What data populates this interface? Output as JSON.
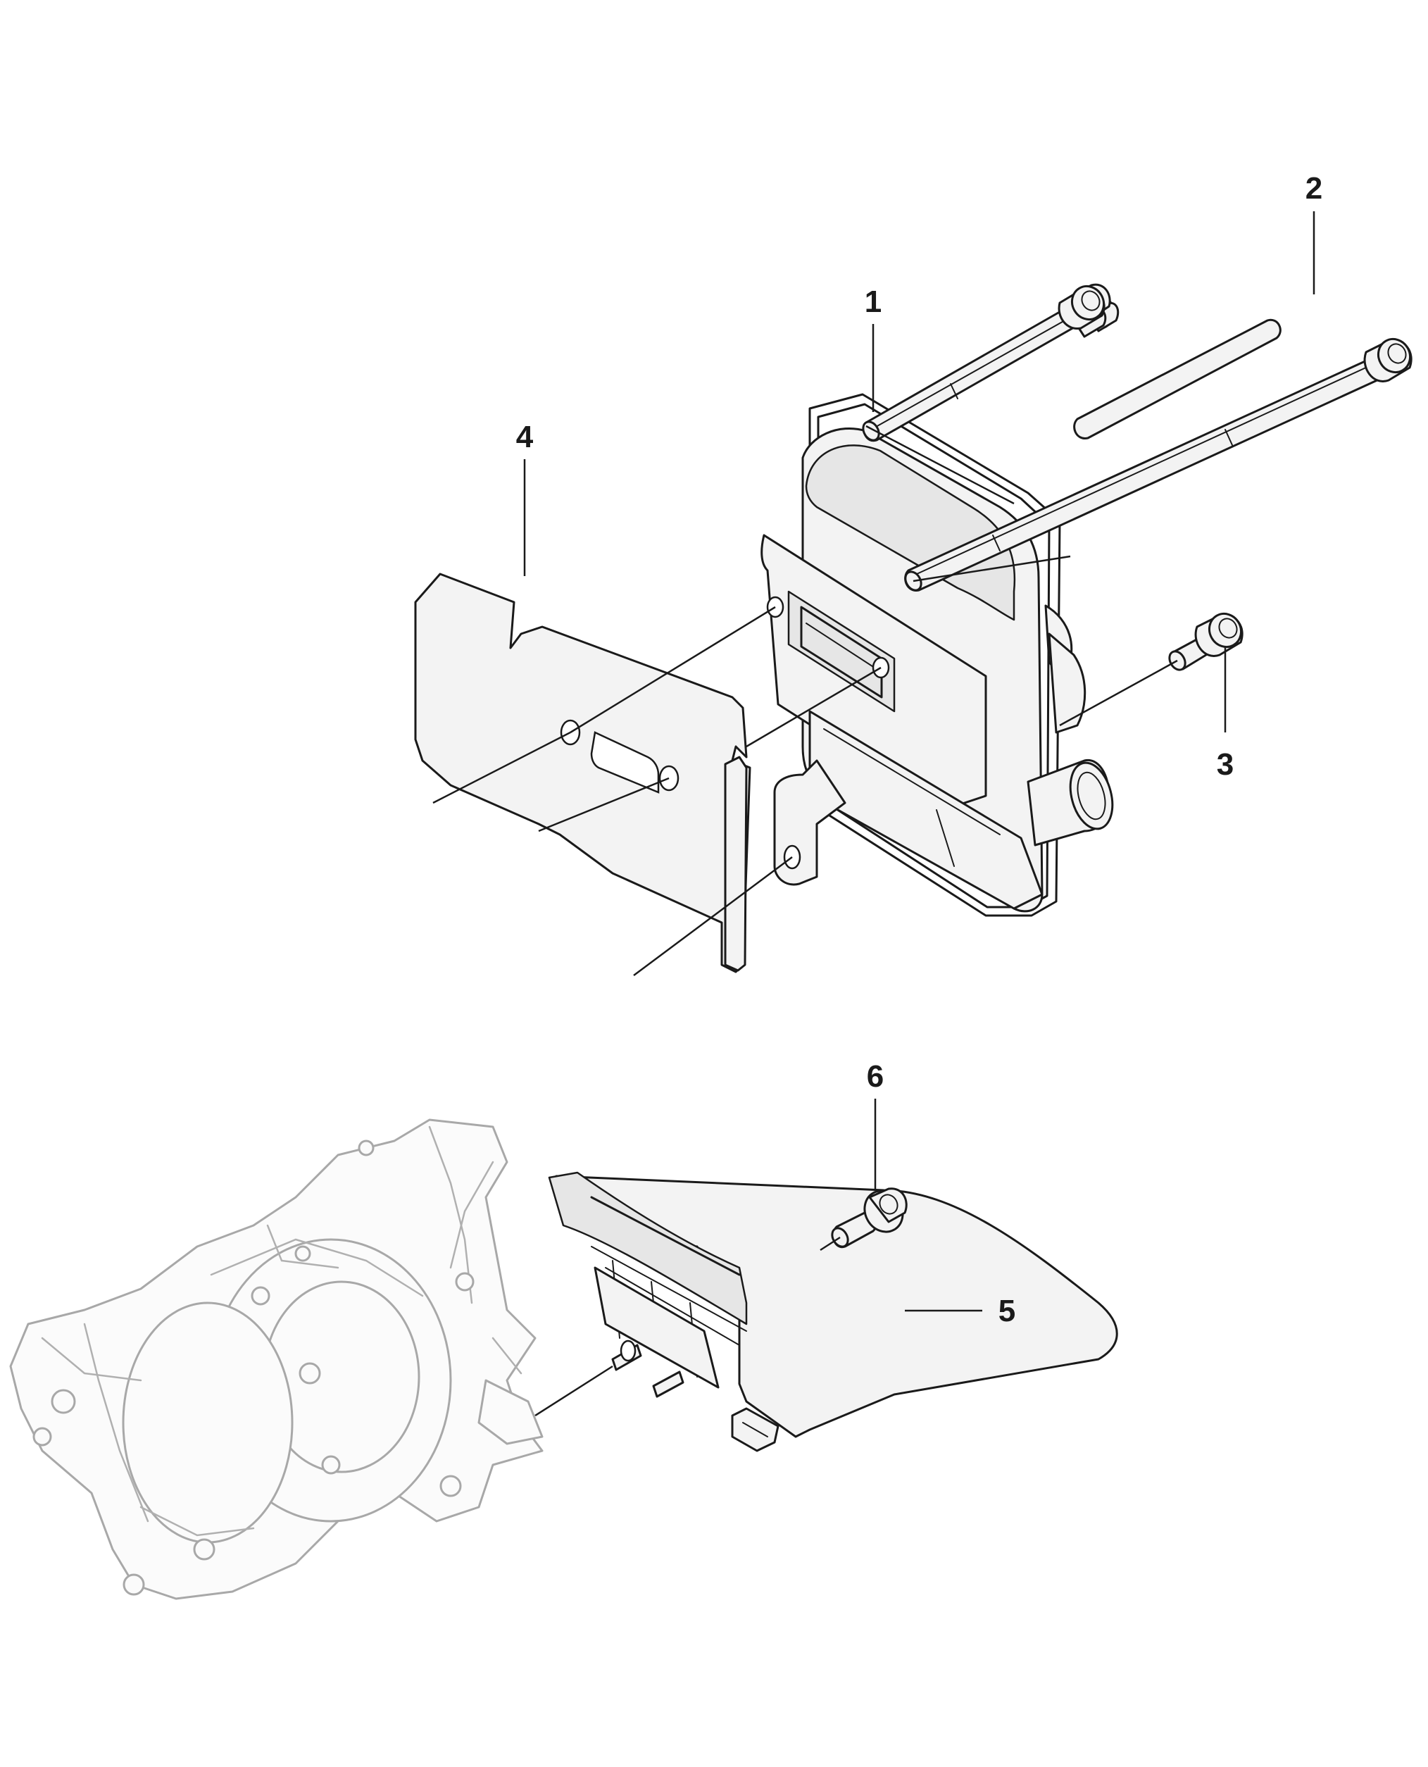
{
  "callouts": {
    "c1": "1",
    "c2": "2",
    "c3": "3",
    "c4": "4",
    "c5": "5",
    "c6": "6"
  },
  "colors": {
    "line": "#1a1a1a",
    "ghost": "#a8a8a8",
    "fill": "#f3f3f3",
    "background": "#ffffff"
  }
}
